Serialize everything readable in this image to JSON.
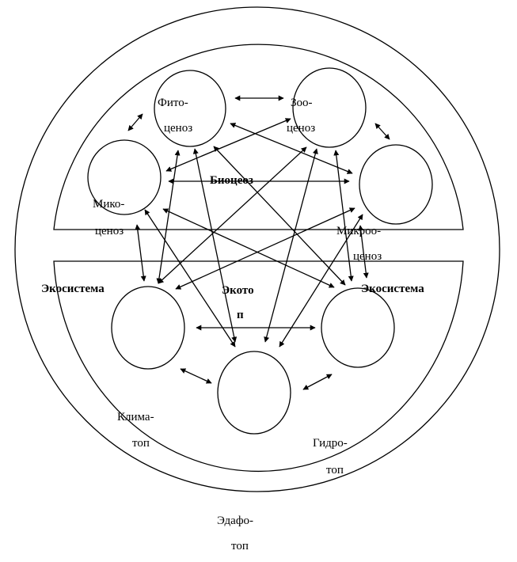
{
  "nodes": {
    "phyto": [
      "Фито-",
      "ценоз"
    ],
    "zoo": [
      "Зоо-",
      "ценоз"
    ],
    "myco": [
      "Мико-",
      "ценоз"
    ],
    "micro": [
      "Микроо-",
      "ценоз"
    ],
    "clima": [
      "Клима-",
      "топ"
    ],
    "hydro": [
      "Гидро-",
      "топ"
    ],
    "edapho": [
      "Эдафо-",
      "топ"
    ]
  },
  "labels": {
    "biocenosis": "Биоцеоз",
    "ecotop": [
      "Экото",
      "п"
    ],
    "ecosystem_left": "Экосистема",
    "ecosystem_right": "Экосистема"
  },
  "colors": {
    "line": "#000000",
    "background": "#ffffff"
  }
}
